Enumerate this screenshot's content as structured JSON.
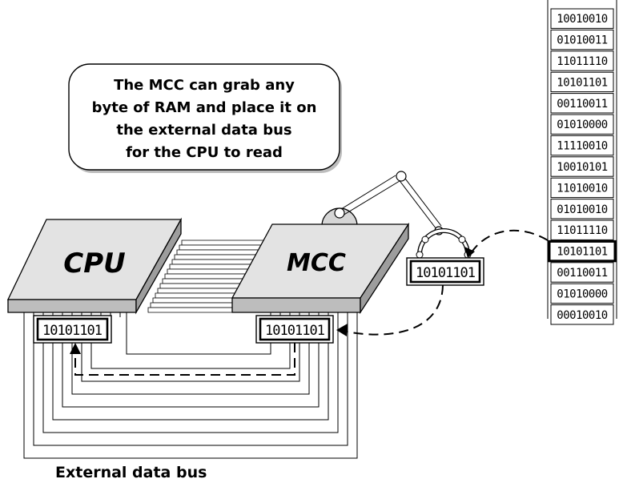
{
  "callout": {
    "lines": [
      "The MCC can grab any",
      "byte of RAM and place it on",
      "the external data bus",
      "for the CPU to read"
    ]
  },
  "cpu": {
    "label": "CPU",
    "register_value": "10101101"
  },
  "mcc": {
    "label": "MCC",
    "register_value": "10101101"
  },
  "gripper": {
    "byte_value": "10101101"
  },
  "ram": {
    "bytes": [
      "10010010",
      "01010011",
      "11011110",
      "10101101",
      "00110011",
      "01010000",
      "11110010",
      "10010101",
      "11010010",
      "01010010",
      "11011110",
      "10101101",
      "00110011",
      "01010000",
      "00010010"
    ],
    "highlighted_index": 11
  },
  "bus_label": "External data bus"
}
